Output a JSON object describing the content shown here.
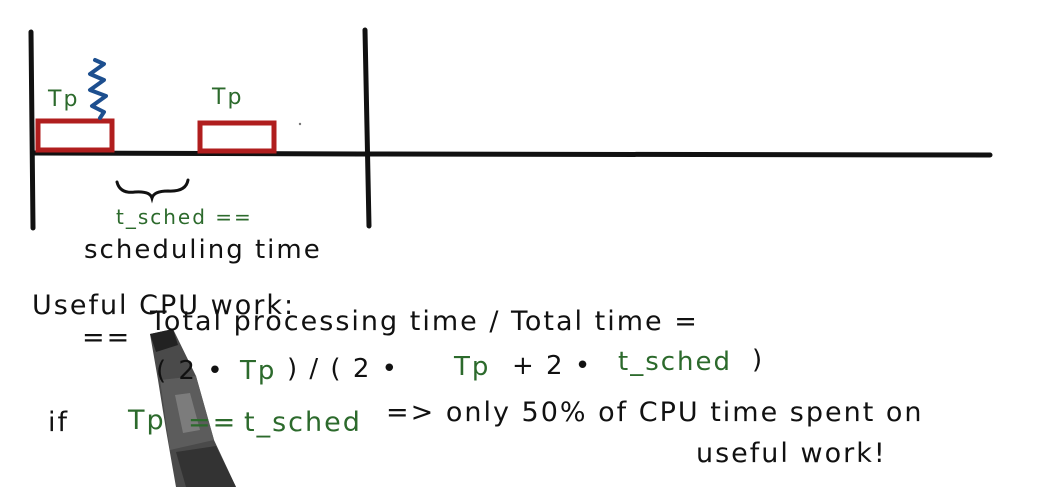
{
  "timeline": {
    "tp_label_left": "Tp",
    "tp_label_right": "Tp",
    "tsched_label": "t_sched ==",
    "tsched_desc": "scheduling time"
  },
  "explanation": {
    "line1": "Useful CPU work:",
    "line2_prefix": "==",
    "line2_text": "Total processing time / Total time =",
    "line3_open": "( 2 •",
    "line3_tp": "Tp",
    "line3_mid": ") / ( 2 •",
    "line3_tp2": "Tp",
    "line3_plus": "+ 2 •",
    "line3_tsched": "t_sched",
    "line3_close": ")",
    "line4_if": "if",
    "line4_tp": "Tp",
    "line4_eq": "==",
    "line4_tsched": "t_sched",
    "line4_rest": "=> only 50% of CPU time spent on",
    "line5": "useful work!"
  },
  "colors": {
    "ink": "#111111",
    "green": "#2c6a2c",
    "box": "#b01e1e",
    "squiggle": "#1d4f8f"
  },
  "icons": [
    "pen-icon",
    "squiggle-icon",
    "brace-icon"
  ]
}
